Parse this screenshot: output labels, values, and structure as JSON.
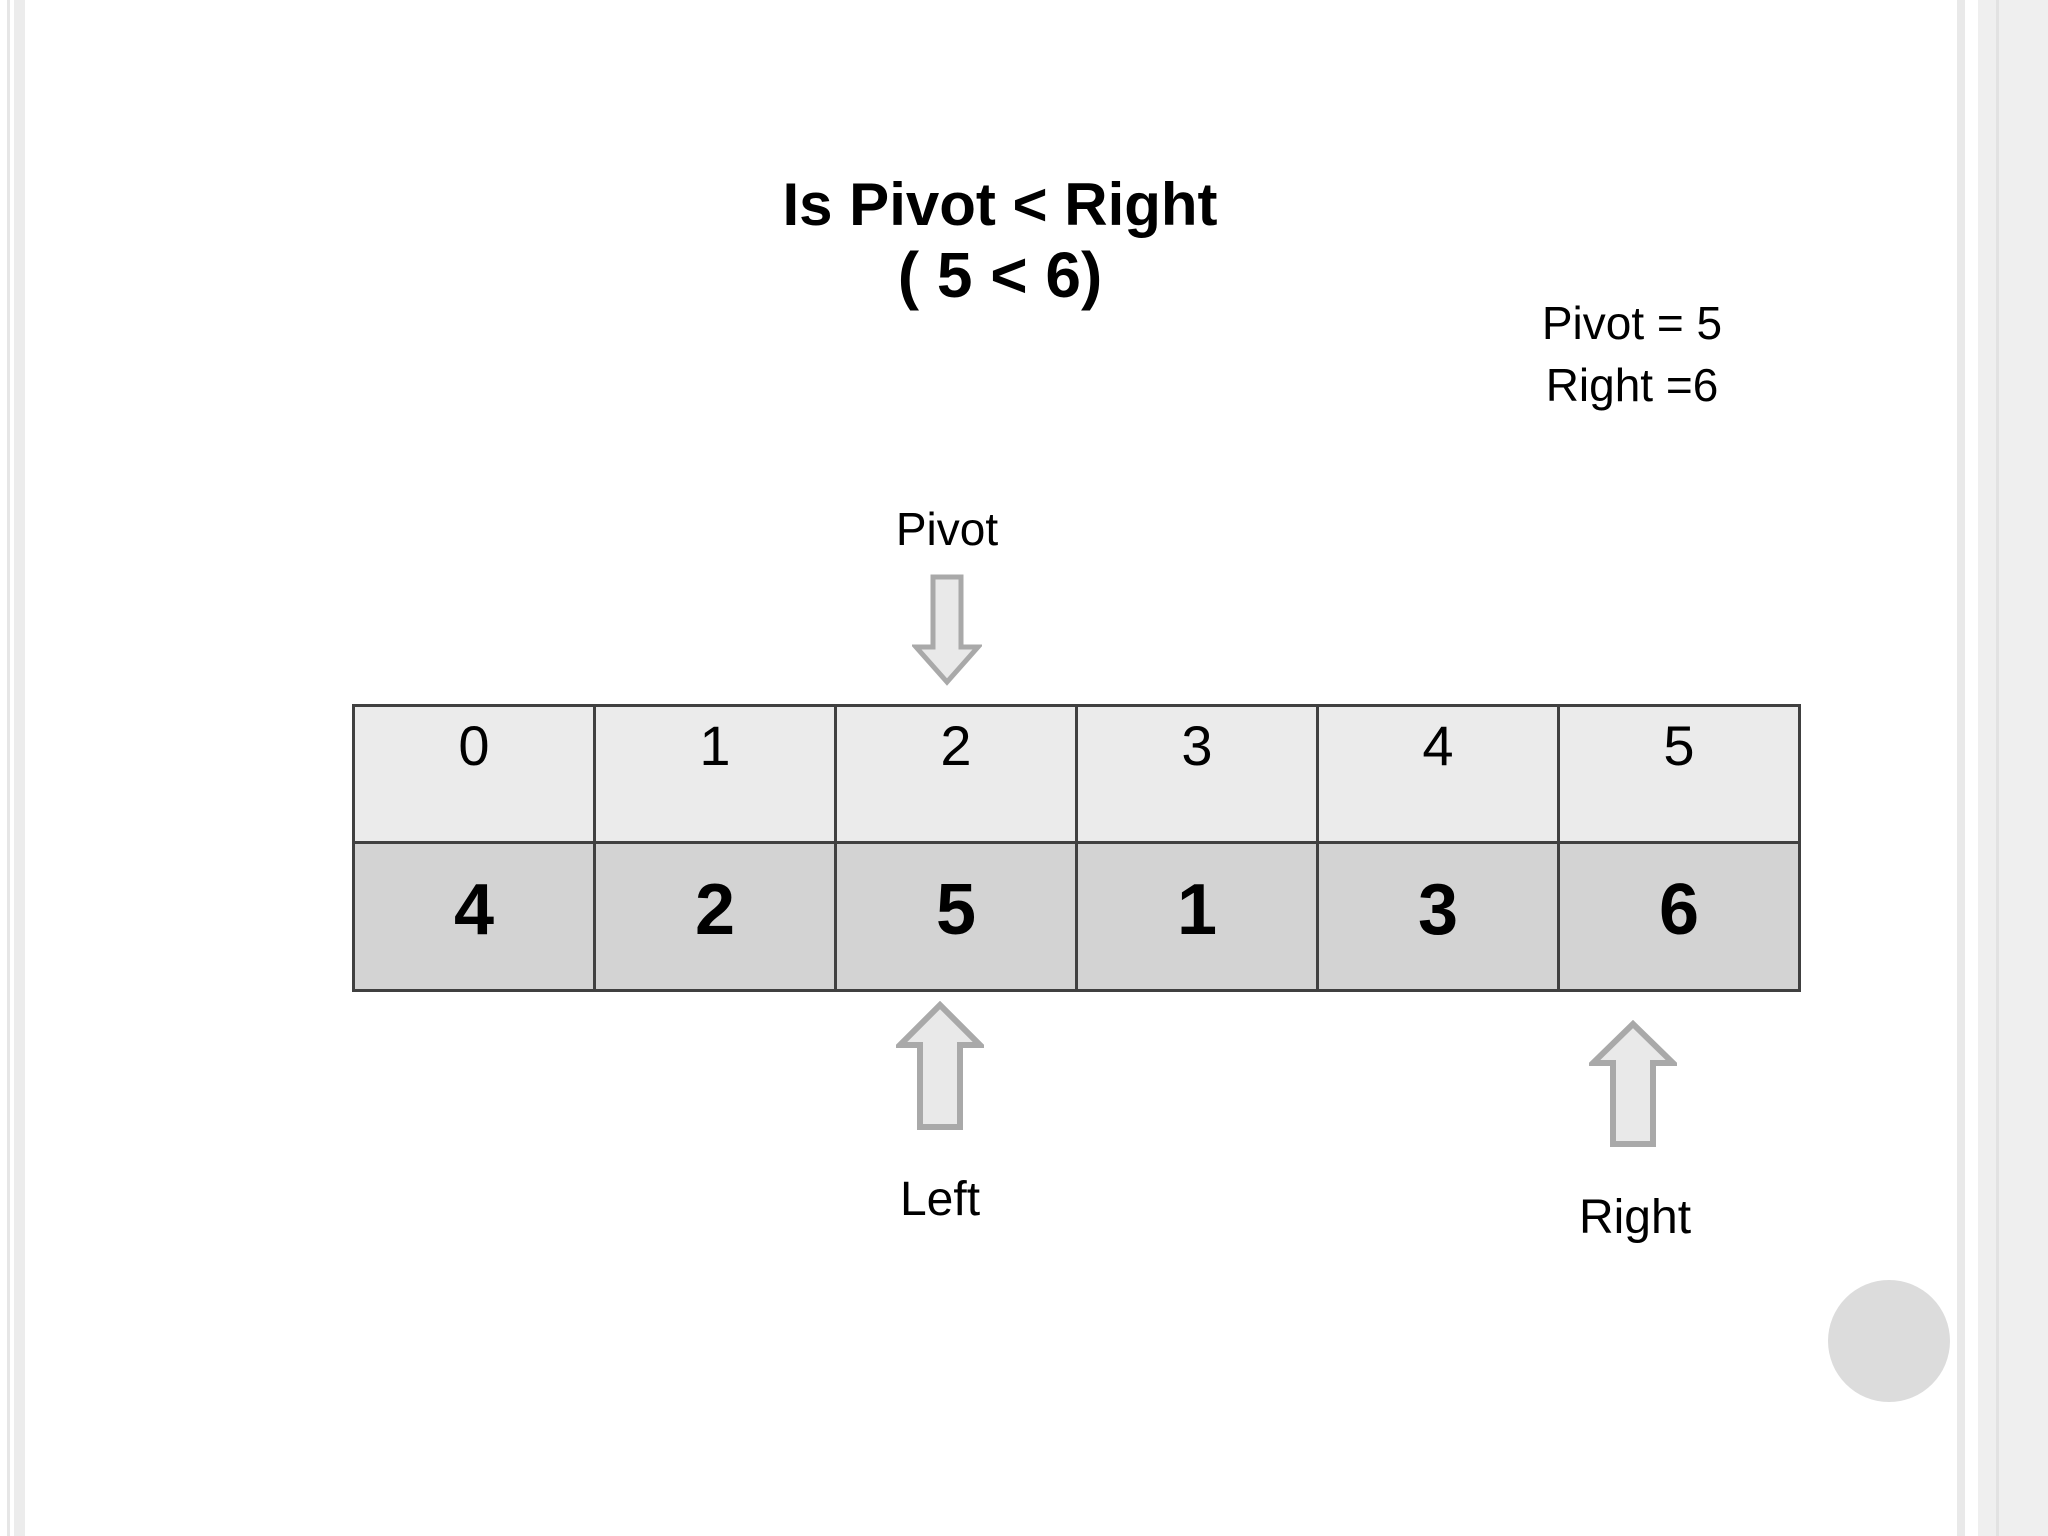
{
  "slide": {
    "title_line1": "Is Pivot < Right",
    "title_line2": "( 5 < 6)",
    "side_note": {
      "line1": "Pivot = 5",
      "line2": "Right =6"
    },
    "pointers": {
      "pivot_label": "Pivot",
      "left_label": "Left",
      "right_label": "Right"
    },
    "array_table": {
      "indices": [
        "0",
        "1",
        "2",
        "3",
        "4",
        "5"
      ],
      "values": [
        "4",
        "2",
        "5",
        "1",
        "3",
        "6"
      ]
    },
    "colors": {
      "index_row_bg": "#ebebeb",
      "value_row_bg": "#d3d3d3",
      "table_border": "#404040",
      "arrow_fill": "#e9e9e9",
      "arrow_stroke": "#a9a9a9",
      "circle_fill": "#dcdcdc",
      "edge_strip": "#ececec"
    }
  }
}
